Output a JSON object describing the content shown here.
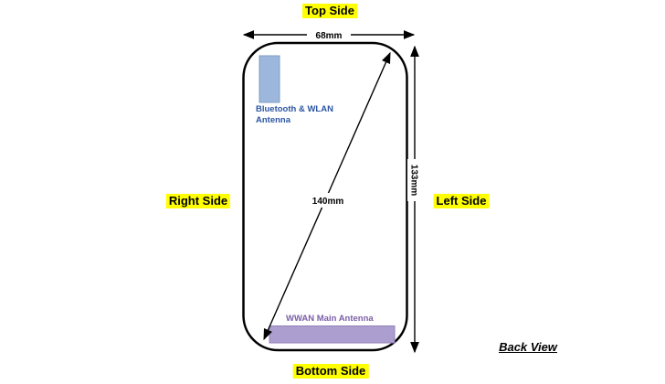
{
  "figure": {
    "view_label": "Back View",
    "sides": {
      "top": "Top Side",
      "bottom": "Bottom Side",
      "left_area": "Right Side",
      "right_area": "Left Side"
    },
    "dimensions": {
      "width": "68mm",
      "height": "133mm",
      "diagonal": "140mm"
    },
    "antennas": {
      "bluetooth_wlan": {
        "label_line1": "Bluetooth & WLAN",
        "label_line2": "Antenna"
      },
      "wwan": {
        "label": "WWAN Main Antenna"
      }
    },
    "colors": {
      "highlight": "#FFFF00",
      "outline": "#000000",
      "bluetooth_fill": "#9DB7DC",
      "bluetooth_border": "#7C9CC6",
      "bluetooth_text": "#2B55A3",
      "wwan_fill": "#AC9ECF",
      "wwan_border": "#9181BC",
      "wwan_text": "#7B5EA7"
    }
  }
}
